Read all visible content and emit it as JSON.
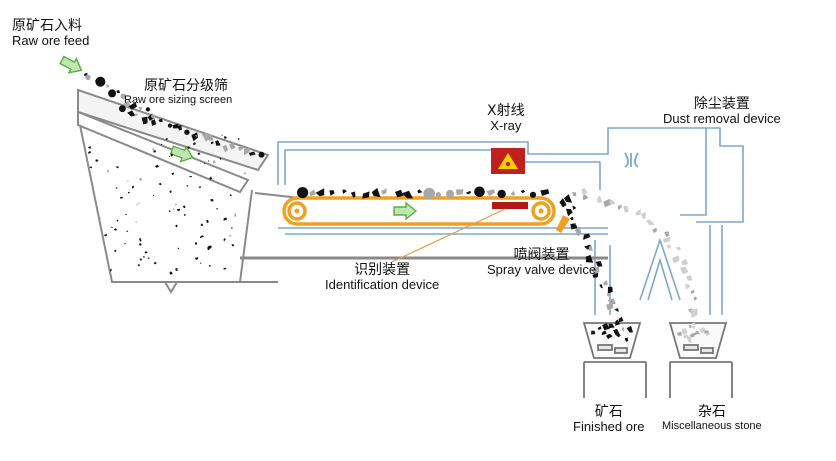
{
  "labels": {
    "raw_feed": {
      "zh": "原矿石入料",
      "en": "Raw ore feed"
    },
    "sizing_screen": {
      "zh": "原矿石分级筛",
      "en": "Raw ore sizing screen"
    },
    "xray": {
      "zh": "X射线",
      "en": "X-ray"
    },
    "dust": {
      "zh": "除尘装置",
      "en": "Dust removal device"
    },
    "identification": {
      "zh": "识别装置",
      "en": "Identification device"
    },
    "spray_valve": {
      "zh": "喷阀装置",
      "en": "Spray valve device"
    },
    "finished_ore": {
      "zh": "矿石",
      "en": "Finished ore"
    },
    "misc_stone": {
      "zh": "杂石",
      "en": "Miscellaneous stone"
    }
  },
  "colors": {
    "outline": "#9a9a9a",
    "duct": "#7fa7c9",
    "belt": "#f0a020",
    "arrow_fill": "#bfe8b0",
    "arrow_stroke": "#5cab4a",
    "xray_box": "#c0211f",
    "xray_symbol": "#f5d000",
    "sensor": "#b01818"
  },
  "icons": {
    "xray_source": "radiation-icon",
    "spray_valve": "nozzle-icon",
    "flow_arrow": "green-arrow-icon"
  }
}
